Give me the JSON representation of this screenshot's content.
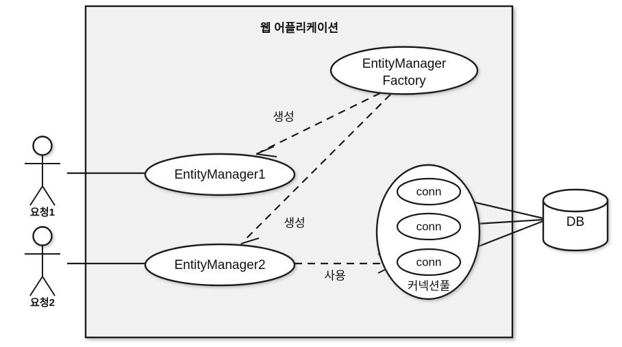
{
  "diagram": {
    "title": "웹 어플리케이션",
    "background_color": "#ffffff",
    "container_fill": "#f1f1f1",
    "stroke_color": "#1a1a1a"
  },
  "actors": [
    {
      "id": "actor1",
      "label": "요청1"
    },
    {
      "id": "actor2",
      "label": "요청2"
    }
  ],
  "nodes": {
    "factory": {
      "label_line1": "EntityManager",
      "label_line2": "Factory"
    },
    "em1": {
      "label": "EntityManager1"
    },
    "em2": {
      "label": "EntityManager2"
    },
    "pool": {
      "label": "커넥션풀"
    },
    "conns": [
      {
        "label": "conn"
      },
      {
        "label": "conn"
      },
      {
        "label": "conn"
      }
    ],
    "db": {
      "label": "DB"
    }
  },
  "edges": [
    {
      "id": "factory-to-em1",
      "label": "생성",
      "style": "dashed",
      "arrow": "open"
    },
    {
      "id": "factory-to-em2",
      "label": "생성",
      "style": "dashed",
      "arrow": "open"
    },
    {
      "id": "em2-to-conn3",
      "label": "사용",
      "style": "dashed",
      "arrow": "open"
    },
    {
      "id": "actor1-to-em1",
      "label": "",
      "style": "solid",
      "arrow": "none"
    },
    {
      "id": "actor2-to-em2",
      "label": "",
      "style": "solid",
      "arrow": "none"
    },
    {
      "id": "conn1-to-db",
      "label": "",
      "style": "solid",
      "arrow": "none"
    },
    {
      "id": "conn2-to-db",
      "label": "",
      "style": "solid",
      "arrow": "none"
    },
    {
      "id": "conn3-to-db",
      "label": "",
      "style": "solid",
      "arrow": "none"
    }
  ]
}
